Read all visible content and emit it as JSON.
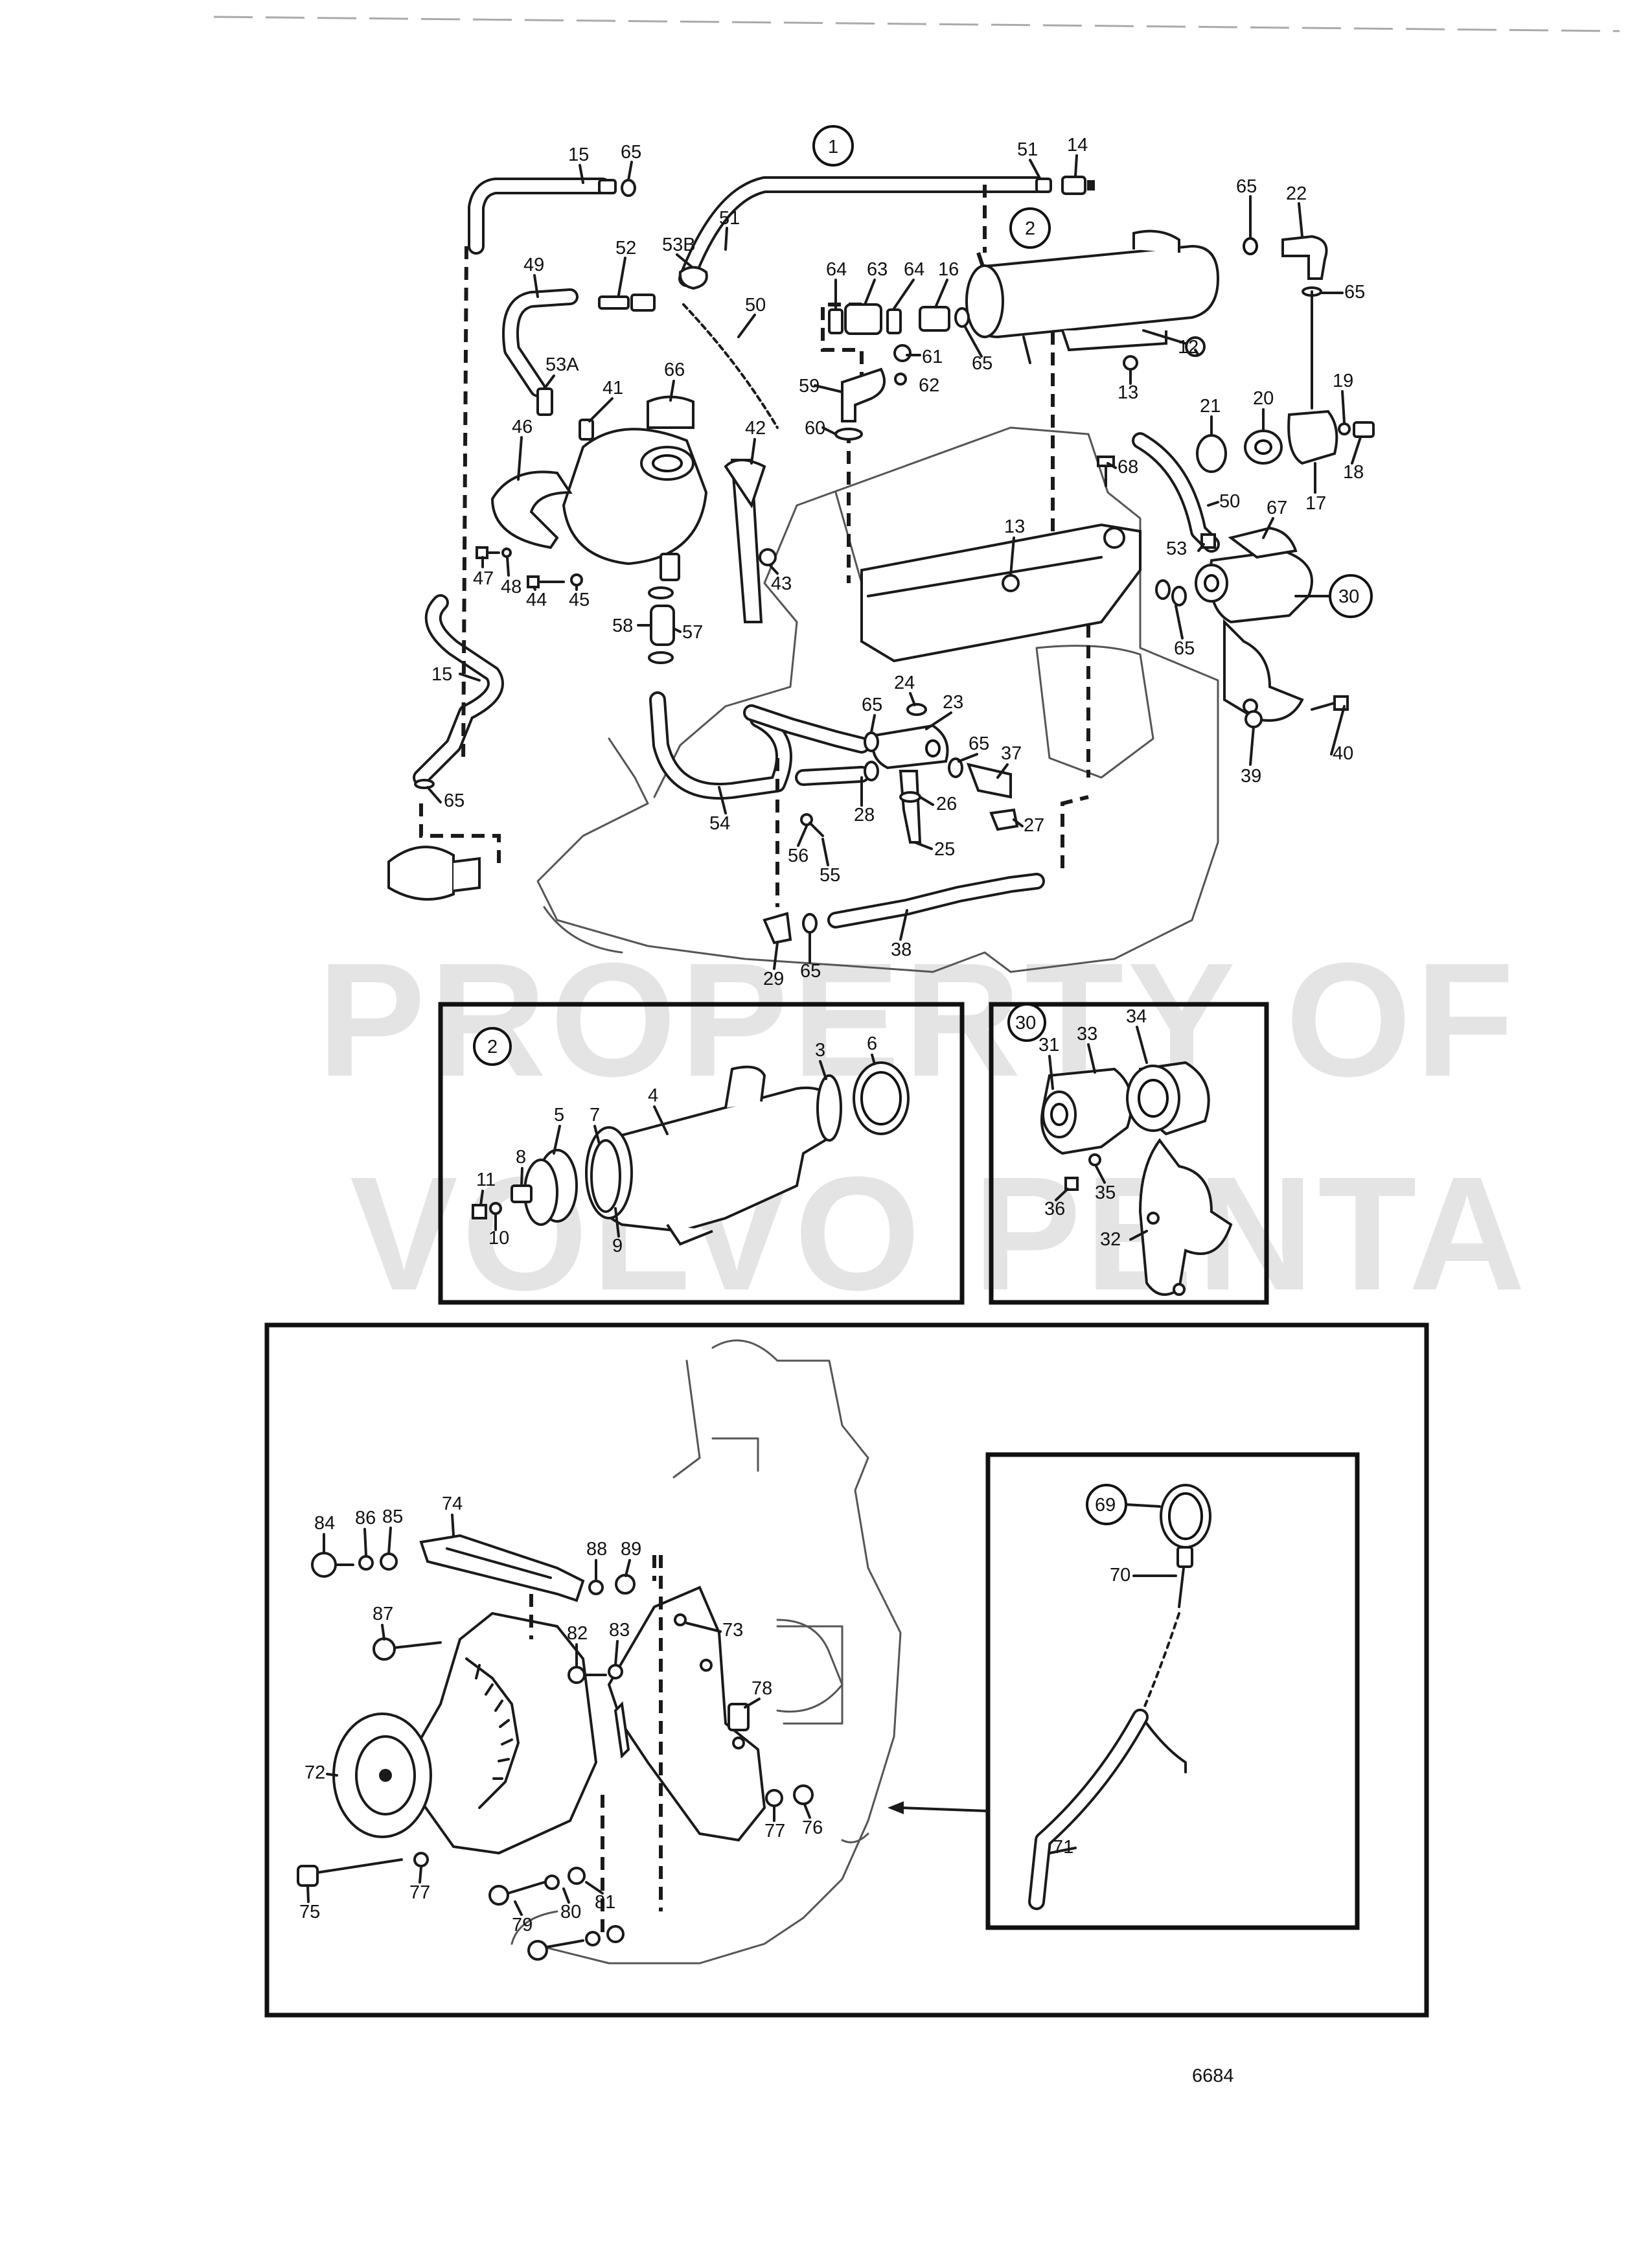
{
  "watermark": {
    "line1": "PROPERTY OF",
    "line2": "VOLVO PENTA"
  },
  "drawing_number": "6684",
  "callouts": {
    "c1": "1",
    "c2": "2",
    "c30": "30",
    "c69": "69",
    "inset2": "2",
    "inset30": "30"
  },
  "labels": {
    "l15a": "15",
    "l65a": "65",
    "l51a": "51",
    "l14": "14",
    "l65b": "65",
    "l22": "22",
    "l49": "49",
    "l52": "52",
    "l53b": "53B",
    "l51b": "51",
    "l50a": "50",
    "l64a": "64",
    "l63": "63",
    "l64b": "64",
    "l16": "16",
    "l65c": "65",
    "l65d": "65",
    "l61": "61",
    "l59": "59",
    "l62": "62",
    "l12": "12",
    "l13a": "13",
    "l53a": "53A",
    "l66": "66",
    "l41": "41",
    "l46": "46",
    "l42": "42",
    "l60": "60",
    "l21": "21",
    "l20": "20",
    "l19": "19",
    "l18": "18",
    "l17": "17",
    "l68": "68",
    "l50b": "50",
    "l67": "67",
    "l53": "53",
    "l47": "47",
    "l48": "48",
    "l44": "44",
    "l45": "45",
    "l43": "43",
    "l58": "58",
    "l57": "57",
    "l13b": "13",
    "l65e": "65",
    "l15b": "15",
    "l24": "24",
    "l65f": "65",
    "l23": "23",
    "l65g": "65",
    "l37": "37",
    "l40": "40",
    "l39": "39",
    "l28": "28",
    "l26": "26",
    "l27": "27",
    "l54": "54",
    "l56": "56",
    "l55": "55",
    "l25": "25",
    "l65h": "65",
    "l29": "29",
    "l65i": "65",
    "l38": "38",
    "l3": "3",
    "l6": "6",
    "l4": "4",
    "l5": "5",
    "l7": "7",
    "l8": "8",
    "l11": "11",
    "l10": "10",
    "l9": "9",
    "l31": "31",
    "l33": "33",
    "l34": "34",
    "l35": "35",
    "l36": "36",
    "l32": "32",
    "l84": "84",
    "l86": "86",
    "l85": "85",
    "l74": "74",
    "l88": "88",
    "l89": "89",
    "l87": "87",
    "l82": "82",
    "l83": "83",
    "l73": "73",
    "l78": "78",
    "l72": "72",
    "l77a": "77",
    "l76": "76",
    "l75": "75",
    "l77b": "77",
    "l79": "79",
    "l80": "80",
    "l81": "81",
    "l70": "70",
    "l71": "71"
  }
}
